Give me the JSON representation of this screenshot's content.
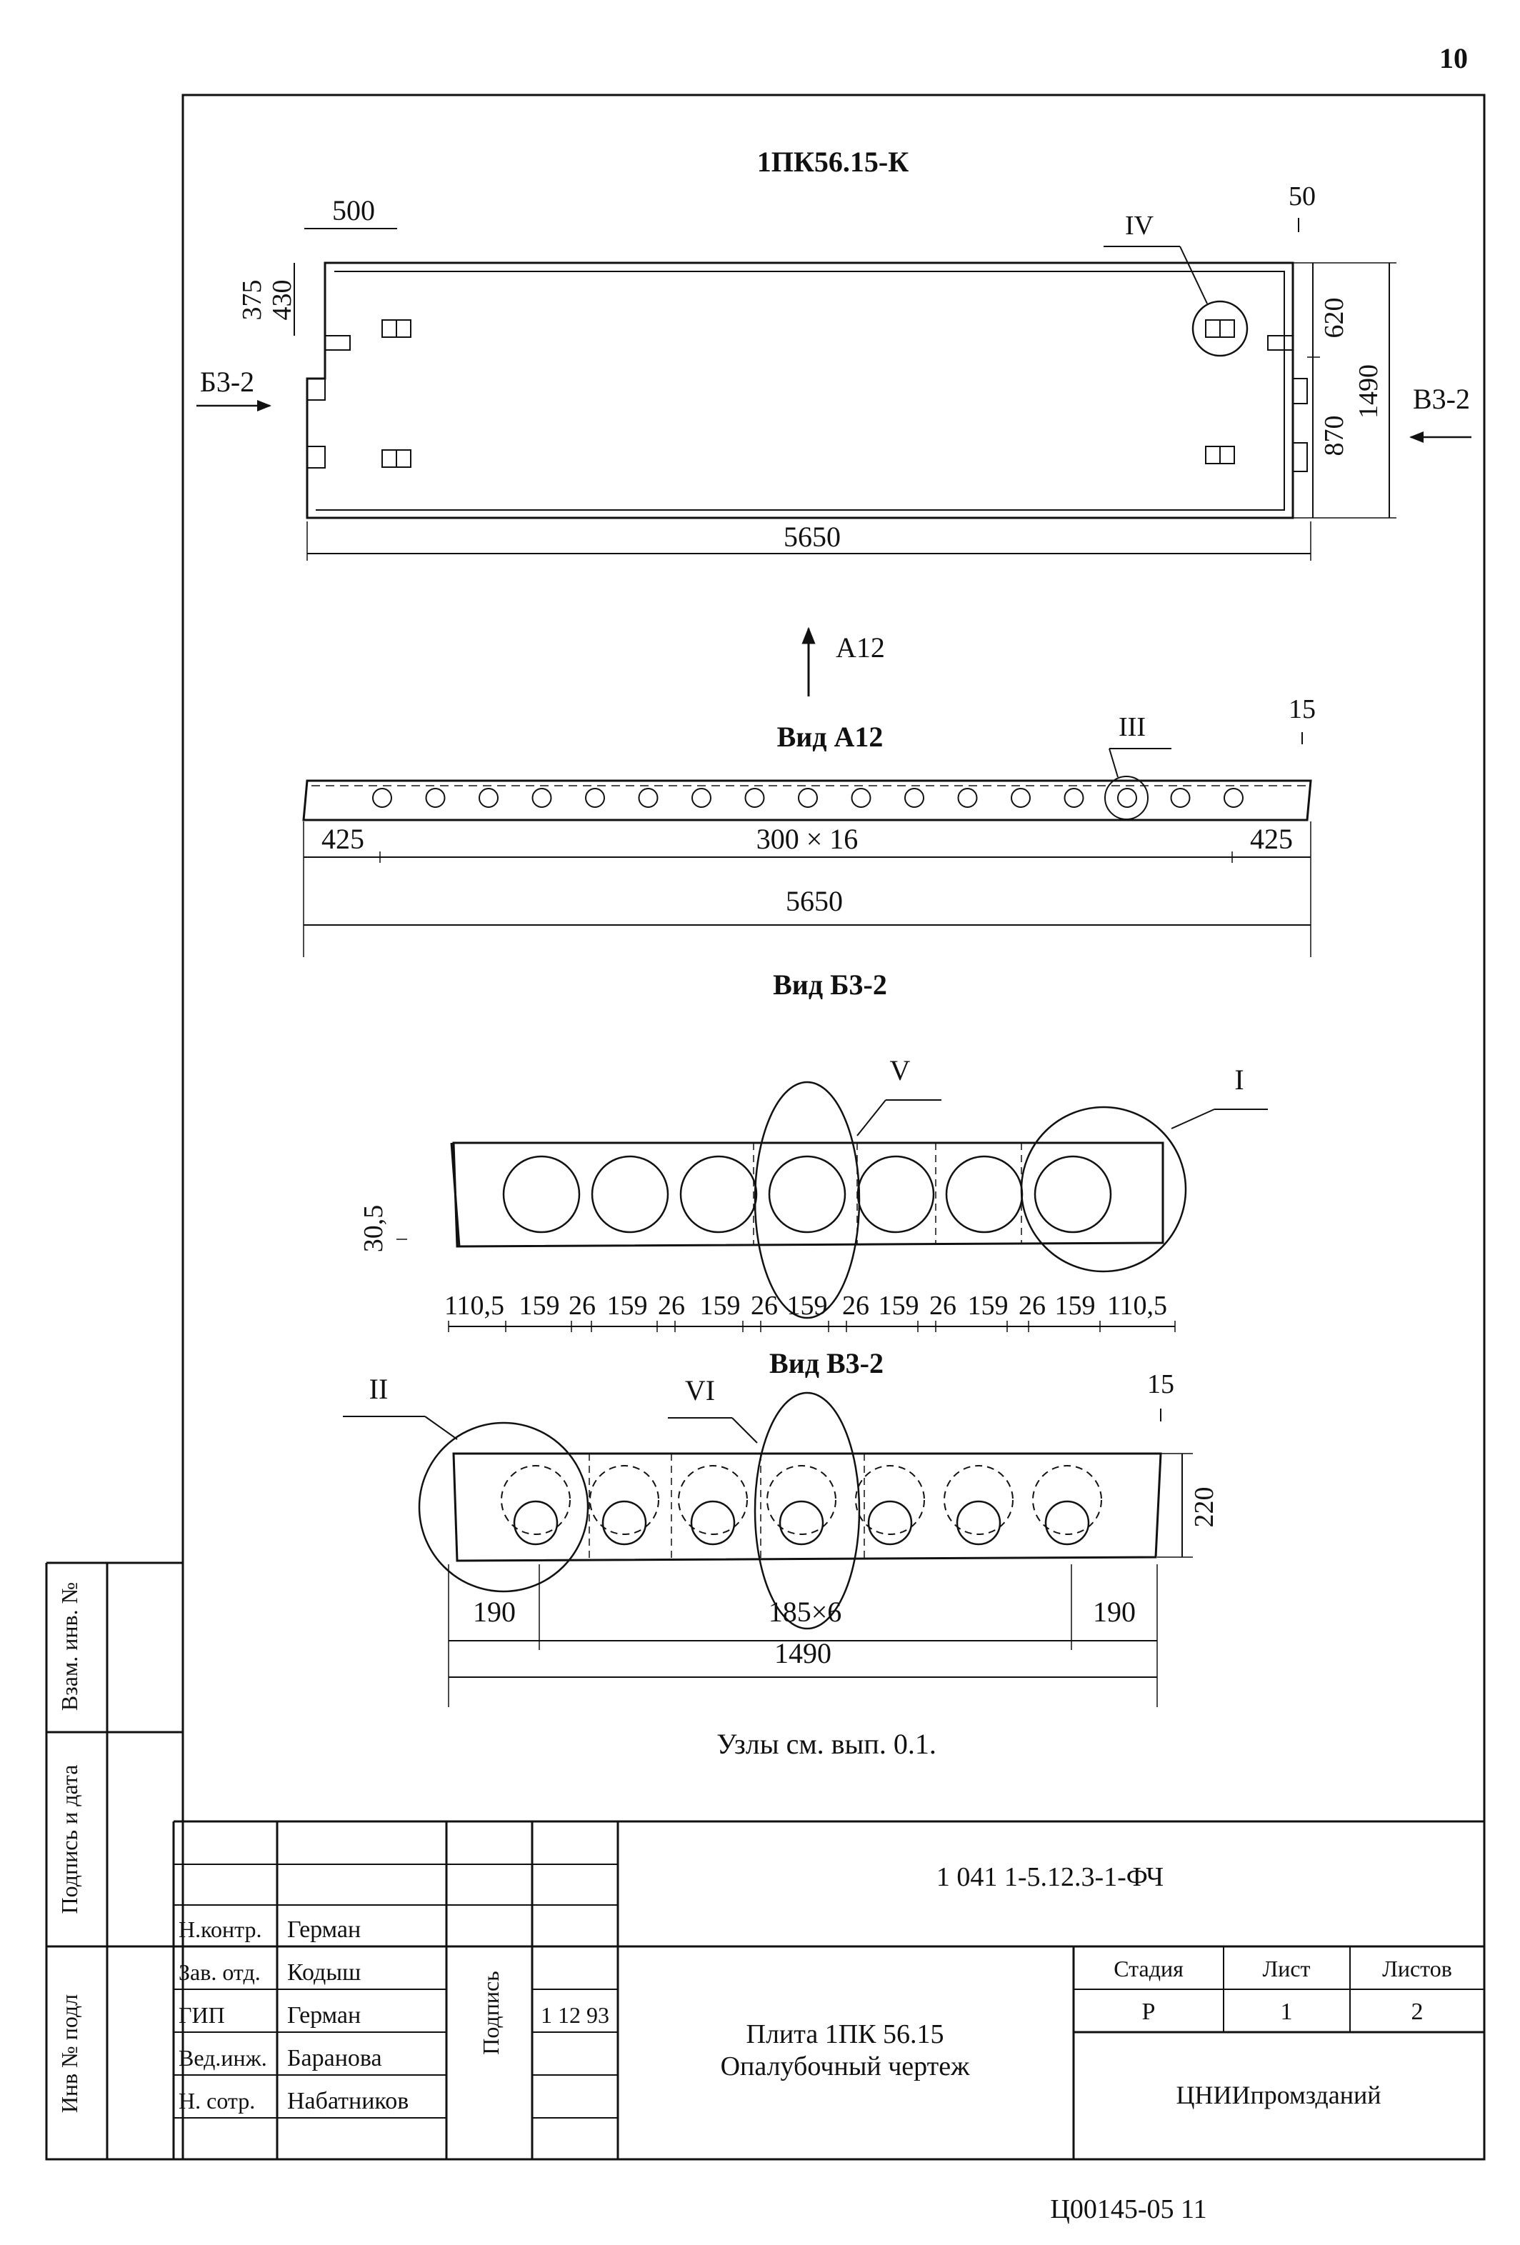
{
  "page": {
    "sheet_number": "10",
    "footer_code": "Ц00145-05   11"
  },
  "views": {
    "plan": {
      "title": "1ПК56.15-К",
      "dims": {
        "top_left": "500",
        "top_right": "50",
        "left_a": "375",
        "left_b": "430",
        "right_top": "620",
        "right_bottom": "870",
        "overall_h": "1490",
        "overall_w": "5650"
      },
      "arrow_left": "Б3-2",
      "arrow_right": "В3-2",
      "node_ref": "IV"
    },
    "arrow_a12": "А12",
    "view_a12": {
      "title": "Вид А12",
      "node_ref": "III",
      "dims": {
        "top": "15",
        "left": "425",
        "middle": "300 × 16",
        "right": "425",
        "total": "5650"
      }
    },
    "view_b32": {
      "title": "Вид Б3-2",
      "node_refs": {
        "v": "V",
        "i": "I"
      },
      "dim_left": "30,5",
      "dims_row": [
        "110,5",
        "159",
        "26",
        "159",
        "26",
        "159",
        "26",
        "159",
        "26",
        "159",
        "26",
        "159",
        "26",
        "159",
        "110,5"
      ]
    },
    "view_v32": {
      "title": "Вид В3-2",
      "node_refs": {
        "ii": "II",
        "vi": "VI"
      },
      "dims": {
        "top": "15",
        "height": "220",
        "left": "190",
        "middle": "185×6",
        "right": "190",
        "total": "1490"
      }
    },
    "note": "Узлы см. вып. 0.1."
  },
  "side_stamp": {
    "vzam": "Взам. инв. №",
    "podpis": "Подпись и дата",
    "inv": "Инв № подл"
  },
  "title_block": {
    "doc_code": "1 041 1-5.12.3-1-ФЧ",
    "roles": [
      {
        "role": "Н.контр.",
        "name": "Герман"
      },
      {
        "role": "Зав. отд.",
        "name": "Кодыш"
      },
      {
        "role": "ГИП",
        "name": "Герман"
      },
      {
        "role": "Вед.инж.",
        "name": "Баранова"
      },
      {
        "role": "Н. сотр.",
        "name": "Набатников"
      }
    ],
    "signature_label": "Подпись",
    "date": "1 12 93",
    "product_line1": "Плита 1ПК 56.15",
    "product_line2": "Опалубочный чертеж",
    "stage_label": "Стадия",
    "sheet_label": "Лист",
    "sheets_label": "Листов",
    "stage": "Р",
    "sheet": "1",
    "sheets": "2",
    "organization": "ЦНИИпромзданий"
  }
}
